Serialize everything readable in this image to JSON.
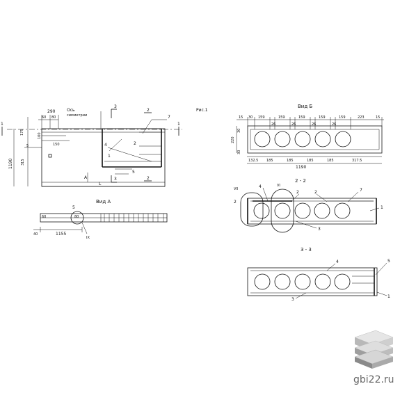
{
  "figure": {
    "fig_label": "Рис.1",
    "plan": {
      "axis_label": "Ось",
      "axis_label2": "симметрии",
      "dims": {
        "d290": "290",
        "d60": "60",
        "d80": "80",
        "d100": "100",
        "d175": "175",
        "d150": "150",
        "d1190": "1190",
        "d315": "315"
      },
      "marks": {
        "five": "5",
        "a": "A",
        "L": "L",
        "three_top": "3",
        "three_bot": "3",
        "two_top": "2",
        "two_bot": "2",
        "one_left": "1",
        "one_right": "1"
      },
      "callouts": {
        "c7": "7",
        "c2": "2",
        "c4": "4",
        "c1": "1",
        "c5": "5"
      }
    },
    "view_a": {
      "title": "Вид A",
      "dims": {
        "d40": "40",
        "d1155": "1155"
      },
      "callouts": {
        "c5": "5",
        "ix": "IX",
        "c60": "60",
        "c80": "80"
      }
    },
    "view_b": {
      "title": "Вид Б",
      "top_dims": [
        "15",
        "30",
        "159",
        "26",
        "159",
        "26",
        "159",
        "26",
        "159",
        "26",
        "159",
        "223",
        "15"
      ],
      "left_dims": [
        "30",
        "220",
        "30"
      ],
      "bottom_dims": [
        "132.5",
        "185",
        "185",
        "185",
        "185",
        "317.5"
      ],
      "total": "1190"
    },
    "section_22": {
      "title": "2 - 2",
      "callouts": {
        "vii": "VII",
        "c4": "4",
        "vi": "VI",
        "c2a": "2",
        "c2b": "2",
        "c2c": "2",
        "c7": "7",
        "c1": "1",
        "c3": "3"
      }
    },
    "section_33": {
      "title": "3 - 3",
      "callouts": {
        "c4": "4",
        "c5": "5",
        "c3": "3",
        "c1": "1"
      }
    },
    "watermark": "gbi22.ru"
  }
}
